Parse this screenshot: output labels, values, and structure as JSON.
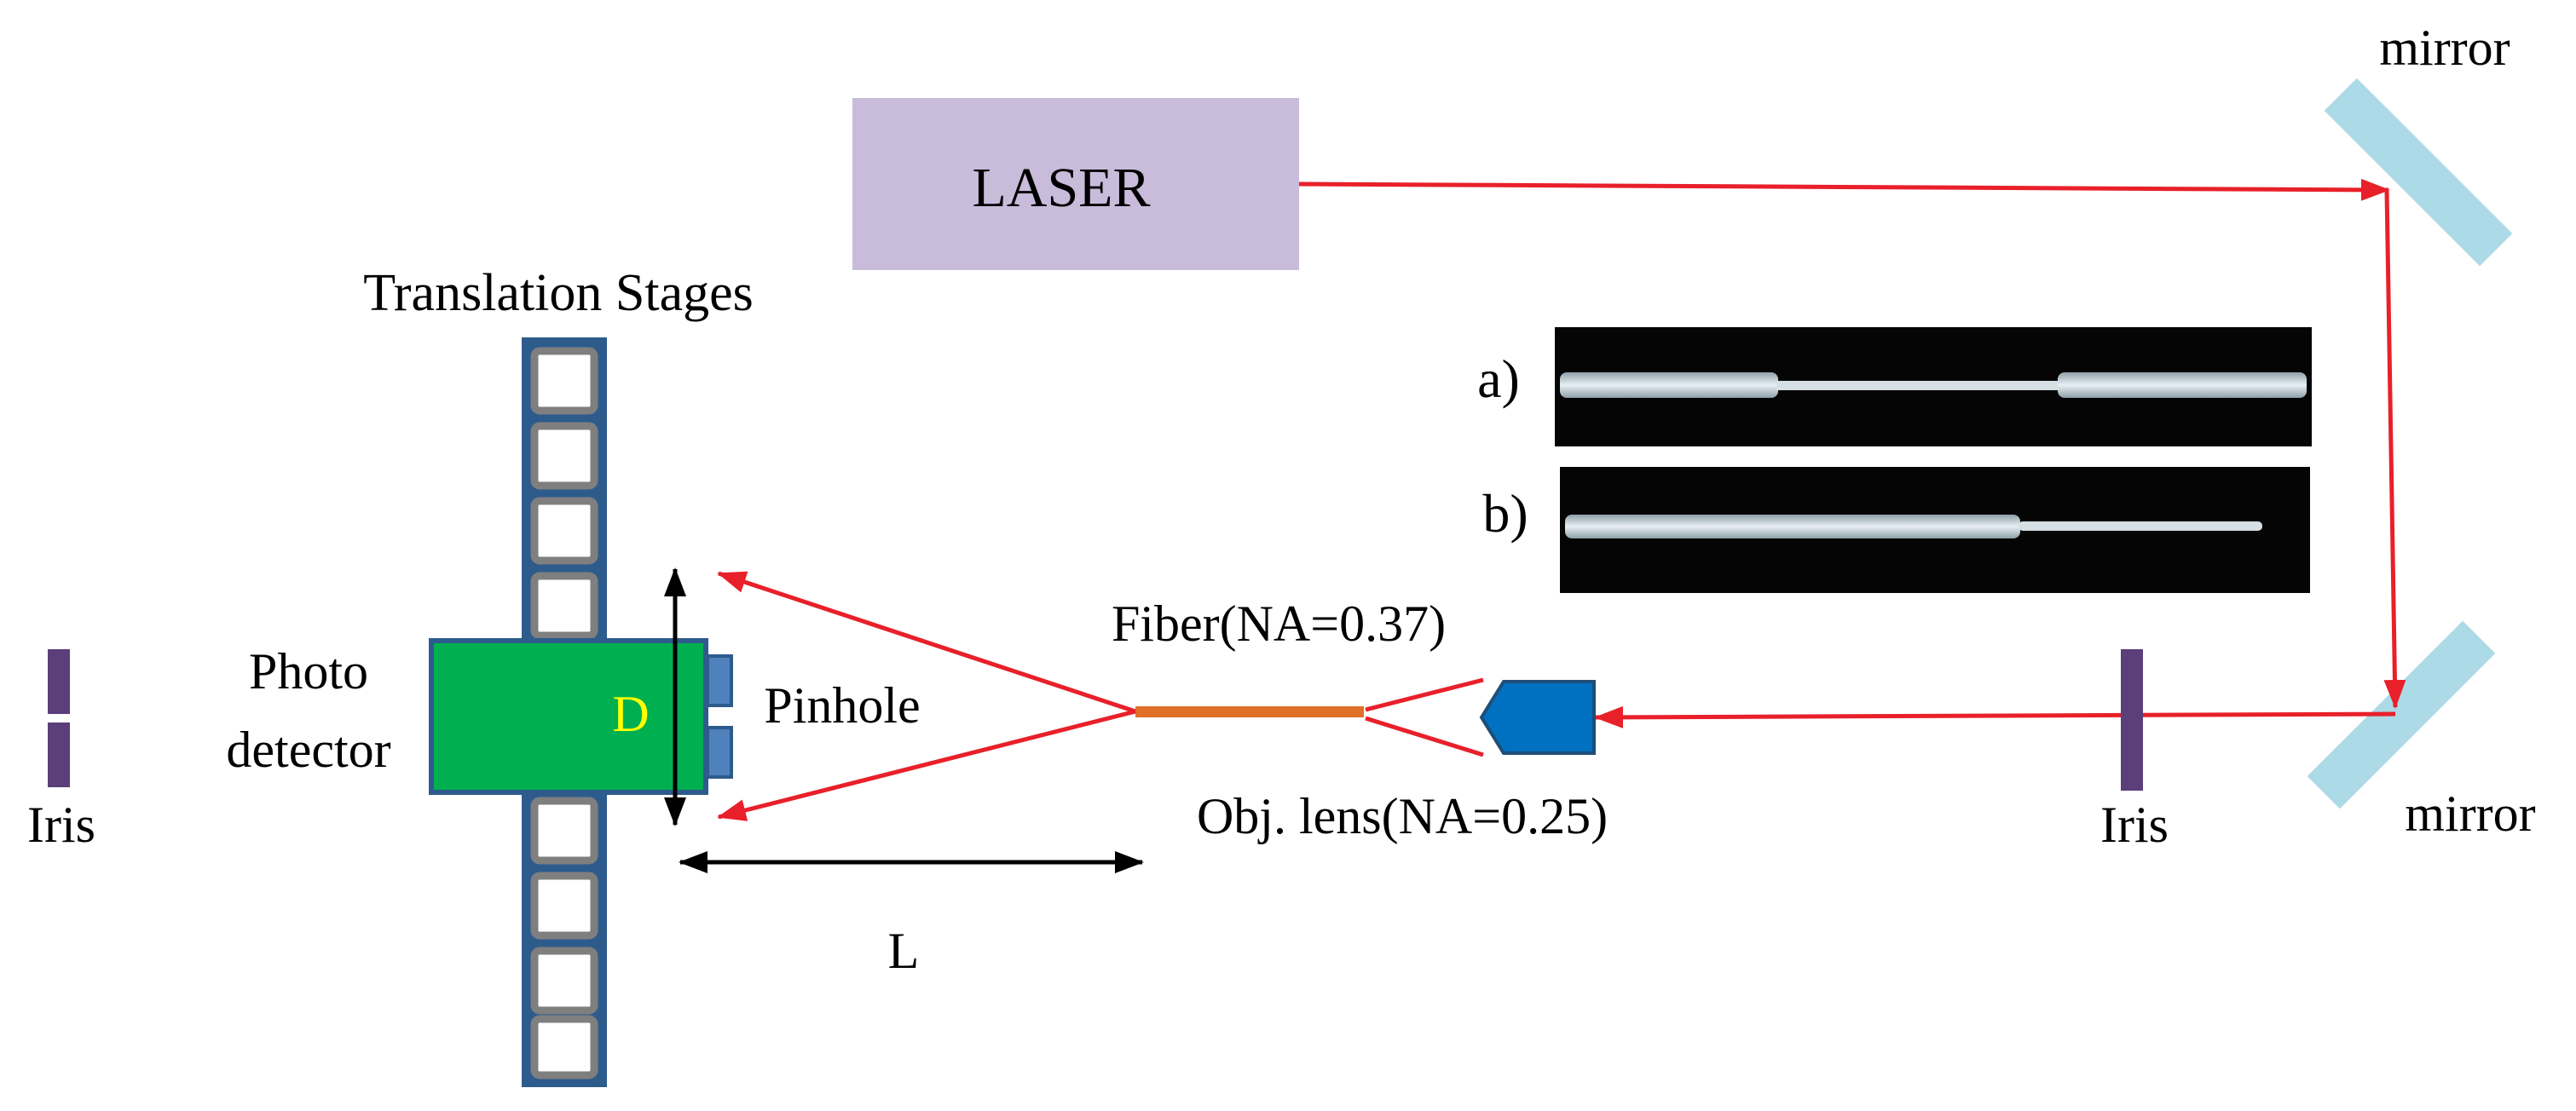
{
  "labels": {
    "laser": "LASER",
    "mirror_top": "mirror",
    "mirror_bottom": "mirror",
    "translation_stages": "Translation Stages",
    "photo": "Photo",
    "detector": "detector",
    "detector_mark": "D",
    "pinhole": "Pinhole",
    "fiber": "Fiber(NA=0.37)",
    "obj_lens": "Obj. lens(NA=0.25)",
    "iris_left": "Iris",
    "iris_right": "Iris",
    "distance": "L",
    "inset_a": "a)",
    "inset_b": "b)"
  },
  "colors": {
    "beam": "#e8202a",
    "laser_box": "#c9bcdb",
    "mirror": "#acdae6",
    "stage_frame": "#2d5b8c",
    "stage_cell": "#7f7f7f",
    "detector": "#00b050",
    "detector_mark": "#ffff00",
    "pinhole": "#4f81bd",
    "fiber": "#e07028",
    "lens": "#0070c0",
    "iris": "#5b3e7a",
    "photo_bg": "#050505"
  }
}
